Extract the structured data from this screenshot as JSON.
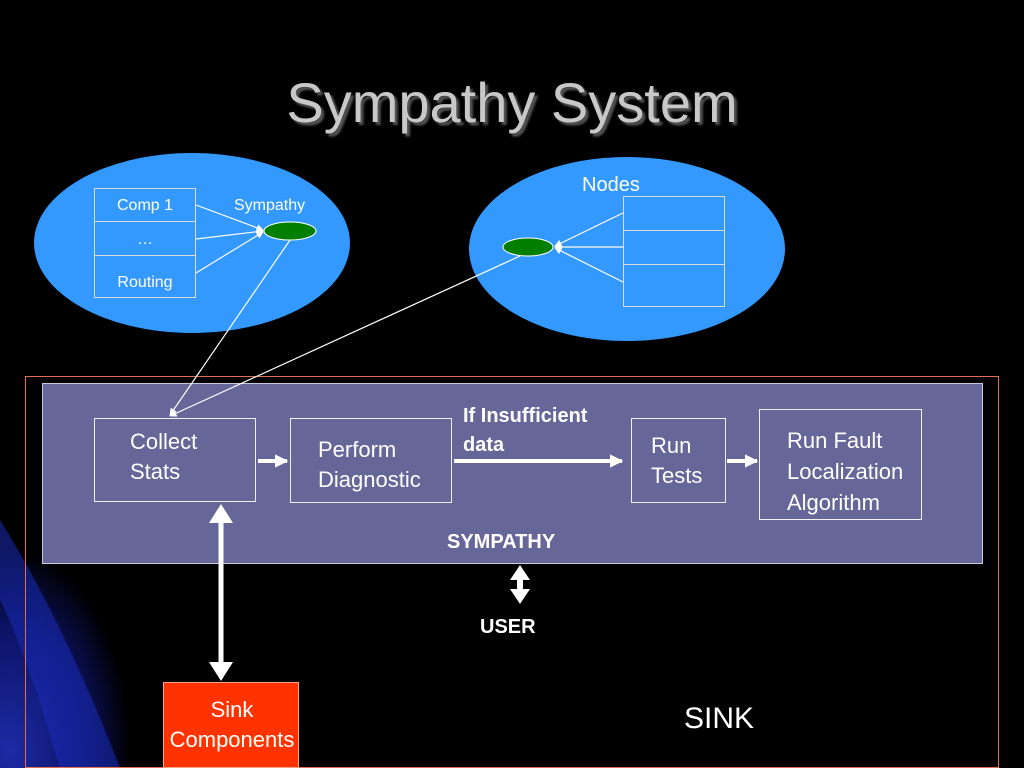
{
  "title": "Sympathy System",
  "node_left": {
    "component_stack": [
      "Comp 1",
      "…",
      "Routing"
    ],
    "module_label": "Sympathy"
  },
  "node_right": {
    "label": "Nodes",
    "component_stack": [
      "",
      "",
      ""
    ]
  },
  "sink_panel": {
    "process_steps": [
      {
        "label": "Collect\nStats"
      },
      {
        "label": "Perform\nDiagnostic"
      },
      {
        "label": "Run\nTests"
      },
      {
        "label": "Run Fault\nLocalization\nAlgorithm"
      }
    ],
    "condition_label": "If Insufficient\ndata",
    "sympathy_label": "SYMPATHY",
    "user_label": "USER",
    "sink_components_label": "Sink\nComponents",
    "sink_label": "SINK"
  },
  "colors": {
    "background": "#000000",
    "ellipse": "#3399ff",
    "panel": "#666699",
    "sink_components": "#ff3300",
    "sympathy_module": "#007f00",
    "title": "#c8c8c8"
  }
}
